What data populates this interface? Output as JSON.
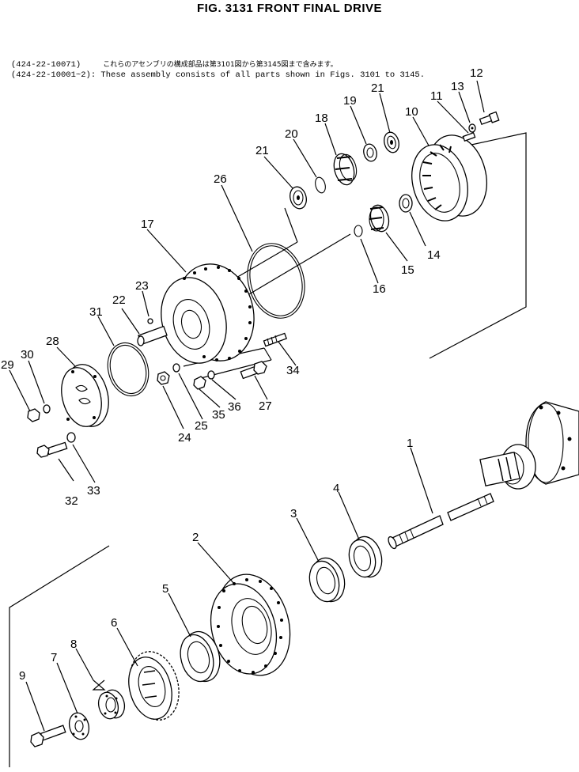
{
  "figure": {
    "title": "FIG. 3131  FRONT FINAL DRIVE"
  },
  "notes": [
    {
      "code": "(424-22-10071)",
      "text": "これらのアセンブリの構成部品は第3101図から第3145図まで含みます。"
    },
    {
      "code": "(424-22-10001~2)",
      "text": ": These assembly consists of all parts shown in Figs. 3101 to 3145."
    }
  ],
  "callouts": [
    "1",
    "2",
    "3",
    "4",
    "5",
    "6",
    "7",
    "8",
    "9",
    "10",
    "11",
    "12",
    "13",
    "14",
    "15",
    "16",
    "17",
    "18",
    "19",
    "20",
    "21",
    "21",
    "22",
    "23",
    "24",
    "25",
    "26",
    "27",
    "28",
    "29",
    "30",
    "31",
    "32",
    "33",
    "34",
    "35",
    "36"
  ]
}
